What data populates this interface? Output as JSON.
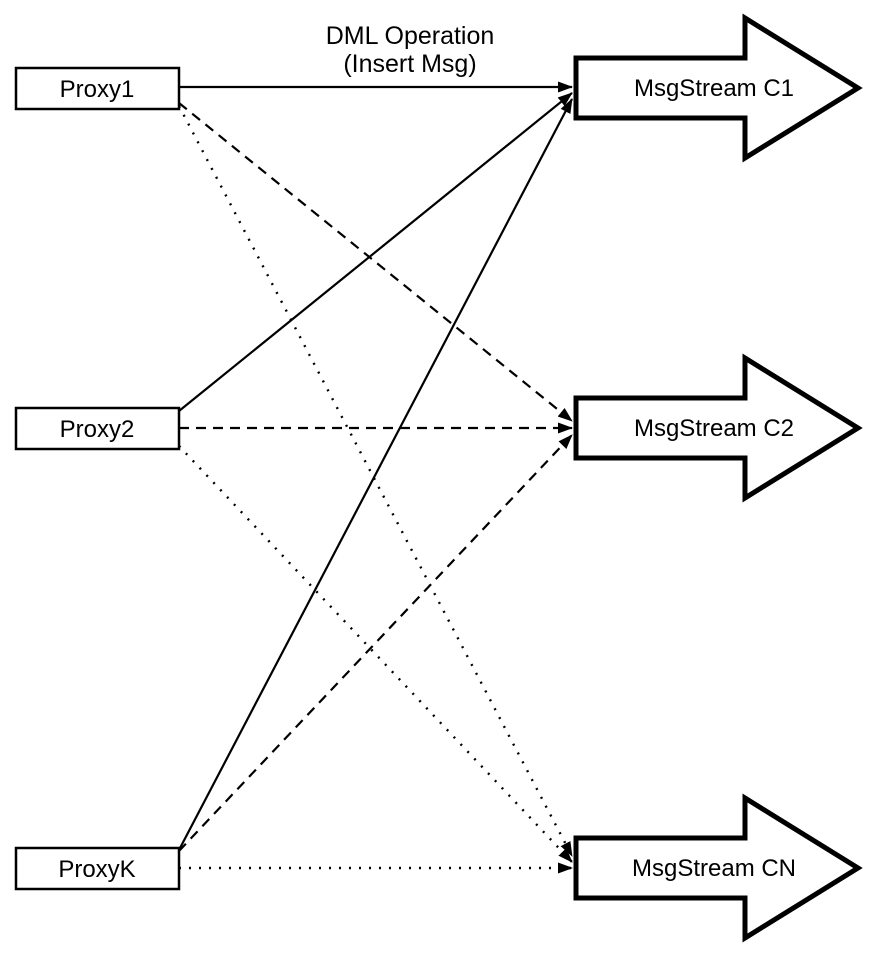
{
  "canvas": {
    "background": "#ffffff",
    "ink": "#000000"
  },
  "annotation": {
    "line1": "DML Operation",
    "line2": "(Insert Msg)"
  },
  "proxies": [
    {
      "id": "proxy1",
      "label": "Proxy1"
    },
    {
      "id": "proxy2",
      "label": "Proxy2"
    },
    {
      "id": "proxyK",
      "label": "ProxyK"
    }
  ],
  "streams": [
    {
      "id": "c1",
      "label": "MsgStream C1"
    },
    {
      "id": "c2",
      "label": "MsgStream C2"
    },
    {
      "id": "cn",
      "label": "MsgStream CN"
    }
  ],
  "edges": [
    {
      "from": "Proxy1",
      "to": "MsgStream C1",
      "style": "solid"
    },
    {
      "from": "Proxy2",
      "to": "MsgStream C1",
      "style": "solid"
    },
    {
      "from": "ProxyK",
      "to": "MsgStream C1",
      "style": "solid"
    },
    {
      "from": "Proxy1",
      "to": "MsgStream C2",
      "style": "dashed"
    },
    {
      "from": "Proxy2",
      "to": "MsgStream C2",
      "style": "dashed"
    },
    {
      "from": "ProxyK",
      "to": "MsgStream C2",
      "style": "dashed"
    },
    {
      "from": "Proxy1",
      "to": "MsgStream CN",
      "style": "dotted"
    },
    {
      "from": "Proxy2",
      "to": "MsgStream CN",
      "style": "dotted"
    },
    {
      "from": "ProxyK",
      "to": "MsgStream CN",
      "style": "dotted"
    }
  ]
}
